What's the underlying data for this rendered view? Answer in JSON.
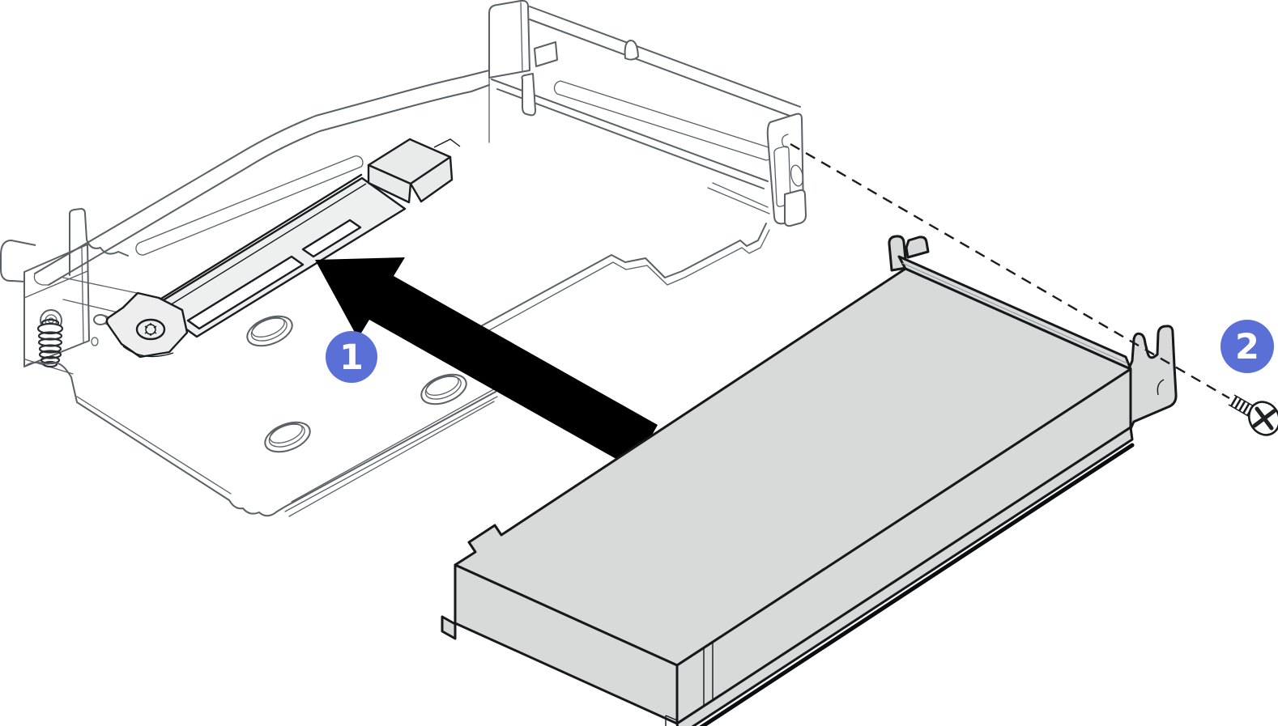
{
  "figure": {
    "title": "",
    "kind": "hardware-installation-line-art",
    "background": "#ffffff"
  },
  "colors": {
    "callout_blue": "#5a70d6",
    "cage_line": "#5a6066",
    "part_line": "#1a1d20",
    "card_fill": "#d8dad9",
    "slot_fill": "#eef0ef",
    "block_fill": "#e9ebea",
    "latch_fill": "#edeeed",
    "white": "#ffffff",
    "arrow_black": "#000000"
  },
  "callouts": [
    {
      "label": "1",
      "shape": "circle-badge"
    },
    {
      "label": "2",
      "shape": "circle-badge"
    }
  ],
  "icons": {
    "arrow": "install-direction-arrow",
    "screw": "phillips-screw",
    "dashed": "alignment-dashed-line"
  }
}
